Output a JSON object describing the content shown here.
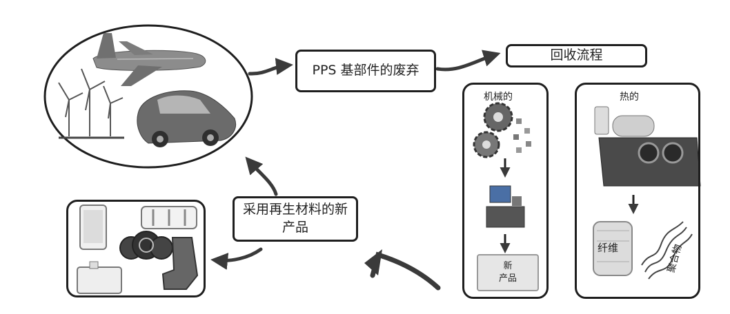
{
  "nodes": {
    "pps_waste": "PPS 基部件的废弃",
    "recycling_process": "回收流程",
    "new_products_line1": "采用再生材料的新",
    "new_products_line2": "产品"
  },
  "mechanical": {
    "title": "机械的",
    "output_line1": "新",
    "output_line2": "产品"
  },
  "thermal": {
    "title": "热的",
    "fiber": "纤维",
    "polymer": "聚合物"
  },
  "icons": {
    "source_circle": [
      "airplane-icon",
      "wind-turbines-icon",
      "car-icon"
    ],
    "products_box": [
      "phone-icon",
      "grille-icon",
      "gauge-cluster-icon",
      "canister-icon",
      "car-seat-icon"
    ],
    "mechanical": [
      "gears-granules-icon",
      "injection-machine-icon",
      "molded-plate-icon"
    ],
    "thermal": [
      "pyrolysis-reactor-icon",
      "fiber-spool-icon",
      "polymer-strands-icon"
    ]
  }
}
